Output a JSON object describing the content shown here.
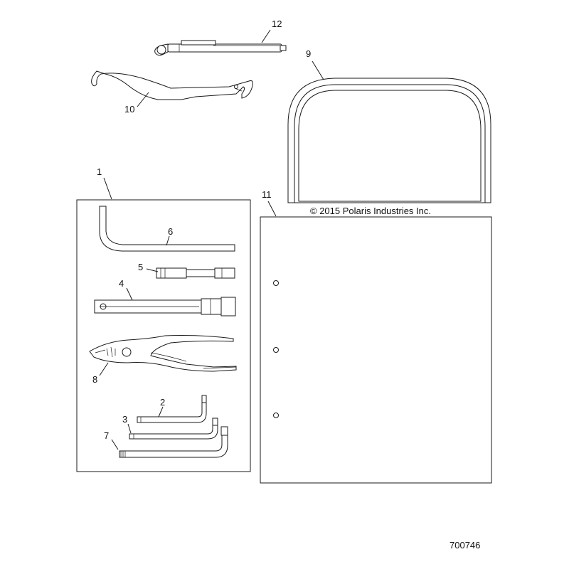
{
  "callouts": {
    "c1": "1",
    "c2": "2",
    "c3": "3",
    "c4": "4",
    "c5": "5",
    "c6": "6",
    "c7": "7",
    "c8": "8",
    "c9": "9",
    "c10": "10",
    "c11": "11",
    "c12": "12"
  },
  "copyright": "© 2015 Polaris Industries Inc.",
  "figure_number": "700746",
  "parts": [
    {
      "callout": "1",
      "icon": "tool-kit-bag-outline"
    },
    {
      "callout": "2",
      "icon": "hex-key-small"
    },
    {
      "callout": "3",
      "icon": "hex-key-medium"
    },
    {
      "callout": "4",
      "icon": "spark-plug-socket-wrench"
    },
    {
      "callout": "5",
      "icon": "socket-extension"
    },
    {
      "callout": "6",
      "icon": "hex-key-large"
    },
    {
      "callout": "7",
      "icon": "torx-key"
    },
    {
      "callout": "8",
      "icon": "slip-joint-pliers"
    },
    {
      "callout": "9",
      "icon": "tool-pouch-handle-loop"
    },
    {
      "callout": "10",
      "icon": "spanner-wrench"
    },
    {
      "callout": "11",
      "icon": "owners-manual-booklet"
    },
    {
      "callout": "12",
      "icon": "screwdriver-bit-holder"
    }
  ]
}
